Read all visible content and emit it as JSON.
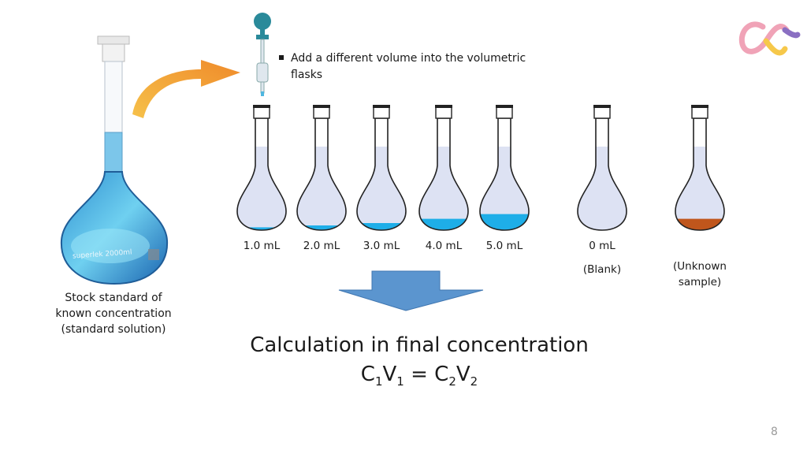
{
  "slide": {
    "bullet": "Add a different volume into the volumetric flasks",
    "stock_label": "Stock standard of known concentration (standard solution)",
    "stock_flask_text": "superlek 2000ml",
    "flasks": [
      {
        "label": "1.0 mL",
        "fill_fraction": 0.06,
        "liquid": "#1eaee8"
      },
      {
        "label": "2.0 mL",
        "fill_fraction": 0.1,
        "liquid": "#1eaee8"
      },
      {
        "label": "3.0 mL",
        "fill_fraction": 0.15,
        "liquid": "#1eaee8"
      },
      {
        "label": "4.0 mL",
        "fill_fraction": 0.24,
        "liquid": "#1eaee8"
      },
      {
        "label": "5.0 mL",
        "fill_fraction": 0.34,
        "liquid": "#1eaee8"
      },
      {
        "label": "0 mL",
        "sublabel": "(Blank)",
        "fill_fraction": 0,
        "liquid": "#1eaee8"
      },
      {
        "label": "",
        "sublabel": "(Unknown sample)",
        "fill_fraction": 0.24,
        "liquid": "#c0561c"
      }
    ],
    "calc_title": "Calculation in final concentration",
    "formula": {
      "c1": "C",
      "s1": "1",
      "v1": "V",
      "s1b": "1",
      "eq": " = ",
      "c2": "C",
      "s2": "2",
      "v2": "V",
      "s2b": "2"
    },
    "page_number": "8"
  },
  "colors": {
    "arrow_fill": "#5b95cf",
    "curve_arrow": "#f2a93b",
    "flask_glass": "#dde2f3",
    "logo_pink": "#f0a3b7",
    "logo_yellow": "#f6c84a",
    "logo_purple": "#8a6fc2"
  }
}
